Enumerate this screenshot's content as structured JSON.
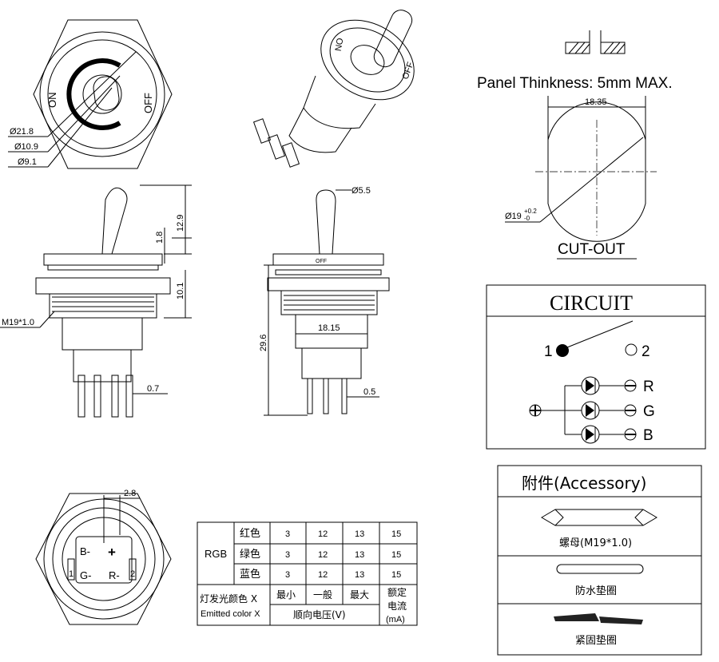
{
  "top_view": {
    "dia_outer": "Ø21.8",
    "dia_mid": "Ø10.9",
    "dia_inner": "Ø9.1",
    "on_label": "ON",
    "off_label": "OFF"
  },
  "front_view": {
    "dim_height": "12.9",
    "dim_lever": "1.8",
    "dim_thread": "10.1",
    "thread": "M19*1.0",
    "dim_pin": "0.7"
  },
  "side_view": {
    "dim_lever_dia": "Ø5.5",
    "dim_total": "29.6",
    "dim_body": "18.15",
    "dim_pin": "0.5",
    "off_label": "OFF"
  },
  "bottom_view": {
    "dim_pitch": "2.8",
    "pins": {
      "b": "B-",
      "plus": "+",
      "g": "G-",
      "r": "R-",
      "p1": "1",
      "p2": "2"
    }
  },
  "panel": {
    "label": "Panel Thinkness: 5mm MAX.",
    "width": "18.35",
    "dia": "Ø19",
    "tol_plus": "+0.2",
    "tol_minus": "-0",
    "title": "CUT-OUT"
  },
  "circuit": {
    "title": "CIRCUIT",
    "pin1": "1",
    "pin2": "2",
    "leds": [
      "R",
      "G",
      "B"
    ]
  },
  "accessory": {
    "title": "附件(Accessory)",
    "items": [
      "螺母(M19*1.0)",
      "防水垫圈",
      "紧固垫圈"
    ]
  },
  "table": {
    "group": "RGB",
    "rows": [
      {
        "color": "红色",
        "min": "3",
        "typ": "12",
        "max": "13",
        "current": "15"
      },
      {
        "color": "绿色",
        "min": "3",
        "typ": "12",
        "max": "13",
        "current": "15"
      },
      {
        "color": "蓝色",
        "min": "3",
        "typ": "12",
        "max": "13",
        "current": "15"
      }
    ],
    "footer": {
      "emitted_cn": "灯发光颜色 X",
      "emitted_en": "Emitted color X",
      "min": "最小",
      "typ": "一般",
      "max": "最大",
      "voltage": "顺向电压(V)",
      "current_1": "额定",
      "current_2": "电流",
      "current_3": "(mA)"
    }
  }
}
